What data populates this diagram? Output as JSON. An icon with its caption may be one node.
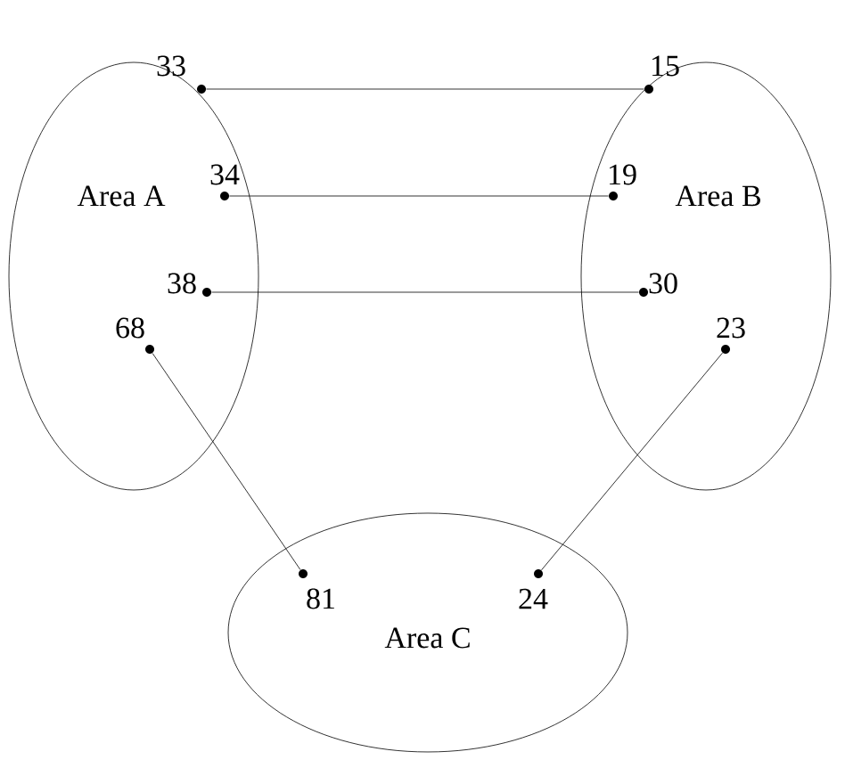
{
  "diagram": {
    "nodes": [
      {
        "text": [
          "Area A"
        ]
      },
      {
        "text": [
          "Area B"
        ]
      },
      {
        "text": [
          "Area C"
        ]
      },
      {
        "text": [
          "33"
        ],
        "in": 0
      },
      {
        "text": [
          "34"
        ],
        "in": 0
      },
      {
        "text": [
          "38"
        ],
        "in": 0
      },
      {
        "text": [
          "68"
        ],
        "in": 0
      },
      {
        "text": [
          "15"
        ],
        "in": 1
      },
      {
        "text": [
          "19"
        ],
        "in": 1
      },
      {
        "text": [
          "30"
        ],
        "in": 1
      },
      {
        "text": [
          "23"
        ],
        "in": 1
      },
      {
        "text": [
          "81"
        ],
        "in": 2
      },
      {
        "text": [
          "24"
        ],
        "in": 2
      }
    ],
    "edges": [
      {
        "from": 3,
        "to": 7,
        "arrow": "none"
      },
      {
        "from": 4,
        "to": 8,
        "arrow": "none"
      },
      {
        "from": 5,
        "to": 9,
        "arrow": "none"
      },
      {
        "from": 6,
        "to": 11,
        "arrow": "none"
      },
      {
        "from": 10,
        "to": 12,
        "arrow": "none"
      }
    ]
  }
}
